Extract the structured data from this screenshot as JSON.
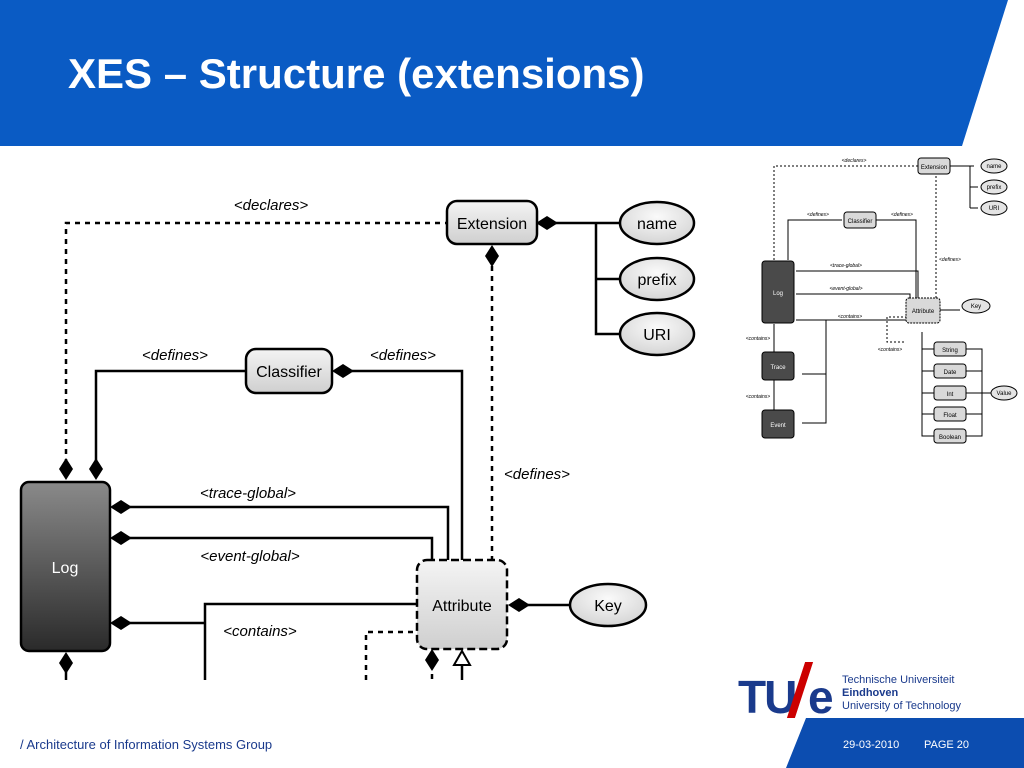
{
  "slide": {
    "title": "XES – Structure (extensions)"
  },
  "diagram": {
    "nodes": {
      "extension": "Extension",
      "name": "name",
      "prefix": "prefix",
      "uri": "URI",
      "classifier": "Classifier",
      "log": "Log",
      "attribute": "Attribute",
      "key": "Key",
      "trace": "Trace",
      "event": "Event",
      "string": "String",
      "date": "Date",
      "int": "Int",
      "float": "Float",
      "boolean": "Boolean",
      "value": "Value"
    },
    "edge_labels": {
      "declares": "<declares>",
      "defines": "<defines>",
      "trace_global": "<trace-global>",
      "event_global": "<event-global>",
      "contains": "<contains>"
    }
  },
  "footer": {
    "group": "/ Architecture of Information Systems Group",
    "date": "29-03-2010",
    "page": "PAGE 20"
  },
  "logo": {
    "mark_left": "TU",
    "mark_right": "e",
    "line1": "Technische Universiteit",
    "line2": "Eindhoven",
    "line3": "University of Technology"
  },
  "colors": {
    "header_blue": "#0a5bc4",
    "footer_blue": "#0c4db0",
    "brand_navy": "#1a3a8c",
    "logo_red": "#cc0000"
  }
}
